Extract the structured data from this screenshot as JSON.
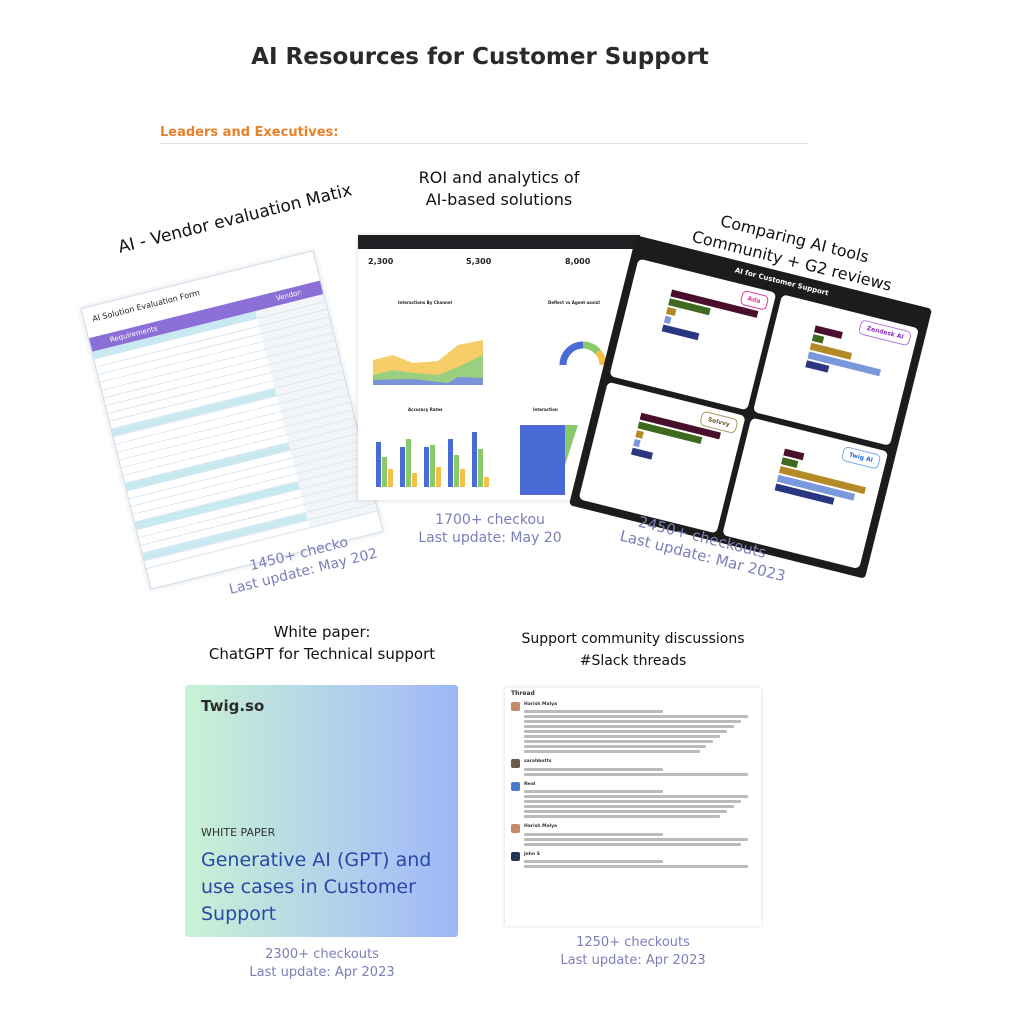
{
  "title": "AI Resources for Customer Support",
  "section": "Leaders and Executives:",
  "resources": [
    {
      "label": "AI - Vendor evaluation Matix",
      "checkouts": "1450+ checko",
      "updated": "Last update: May 202",
      "preview": {
        "form_title": "AI Solution Evaluation Form",
        "header": "Requirements",
        "vendor": "Vendor:"
      }
    },
    {
      "label_line1": "ROI and analytics of",
      "label_line2": "AI-based solutions",
      "checkouts": "1700+ checkou",
      "updated": "Last update: May 20",
      "preview": {
        "kpis": [
          "2,300",
          "5,300",
          "8,000"
        ],
        "chart1": "Interactions By Channel",
        "chart2": "Deflect vs Agent-assist",
        "chart3": "Accuracy Rates",
        "chart4": "Interaction"
      }
    },
    {
      "label_line1": "Comparing AI tools",
      "label_line2": "Community + G2 reviews",
      "checkouts": "2450+ checkouts",
      "updated": "Last update: Mar 2023",
      "preview": {
        "title": "AI for Customer Support",
        "tools": [
          "Ada",
          "Zendesk AI",
          "Solvvy",
          "Twig AI"
        ]
      }
    },
    {
      "label_line1": "White paper:",
      "label_line2": "ChatGPT for Technical support",
      "checkouts": "2300+ checkouts",
      "updated": "Last update: Apr 2023",
      "preview": {
        "brand": "Twig.so",
        "kind": "WHITE PAPER",
        "headline": "Generative AI (GPT) and use cases in Customer Support"
      }
    },
    {
      "label_line1": "Support community discussions",
      "label_line2": "#Slack threads",
      "checkouts": "1250+ checkouts",
      "updated": "Last update: Apr 2023",
      "preview": {
        "header": "Thread",
        "users": [
          "Harish Malya",
          "sarahbotts",
          "Neal",
          "Harish Malya",
          "John S"
        ]
      }
    }
  ],
  "colors": {
    "accent": "#e8822a",
    "caption": "#7b7fb8",
    "headline": "#2848a8"
  }
}
